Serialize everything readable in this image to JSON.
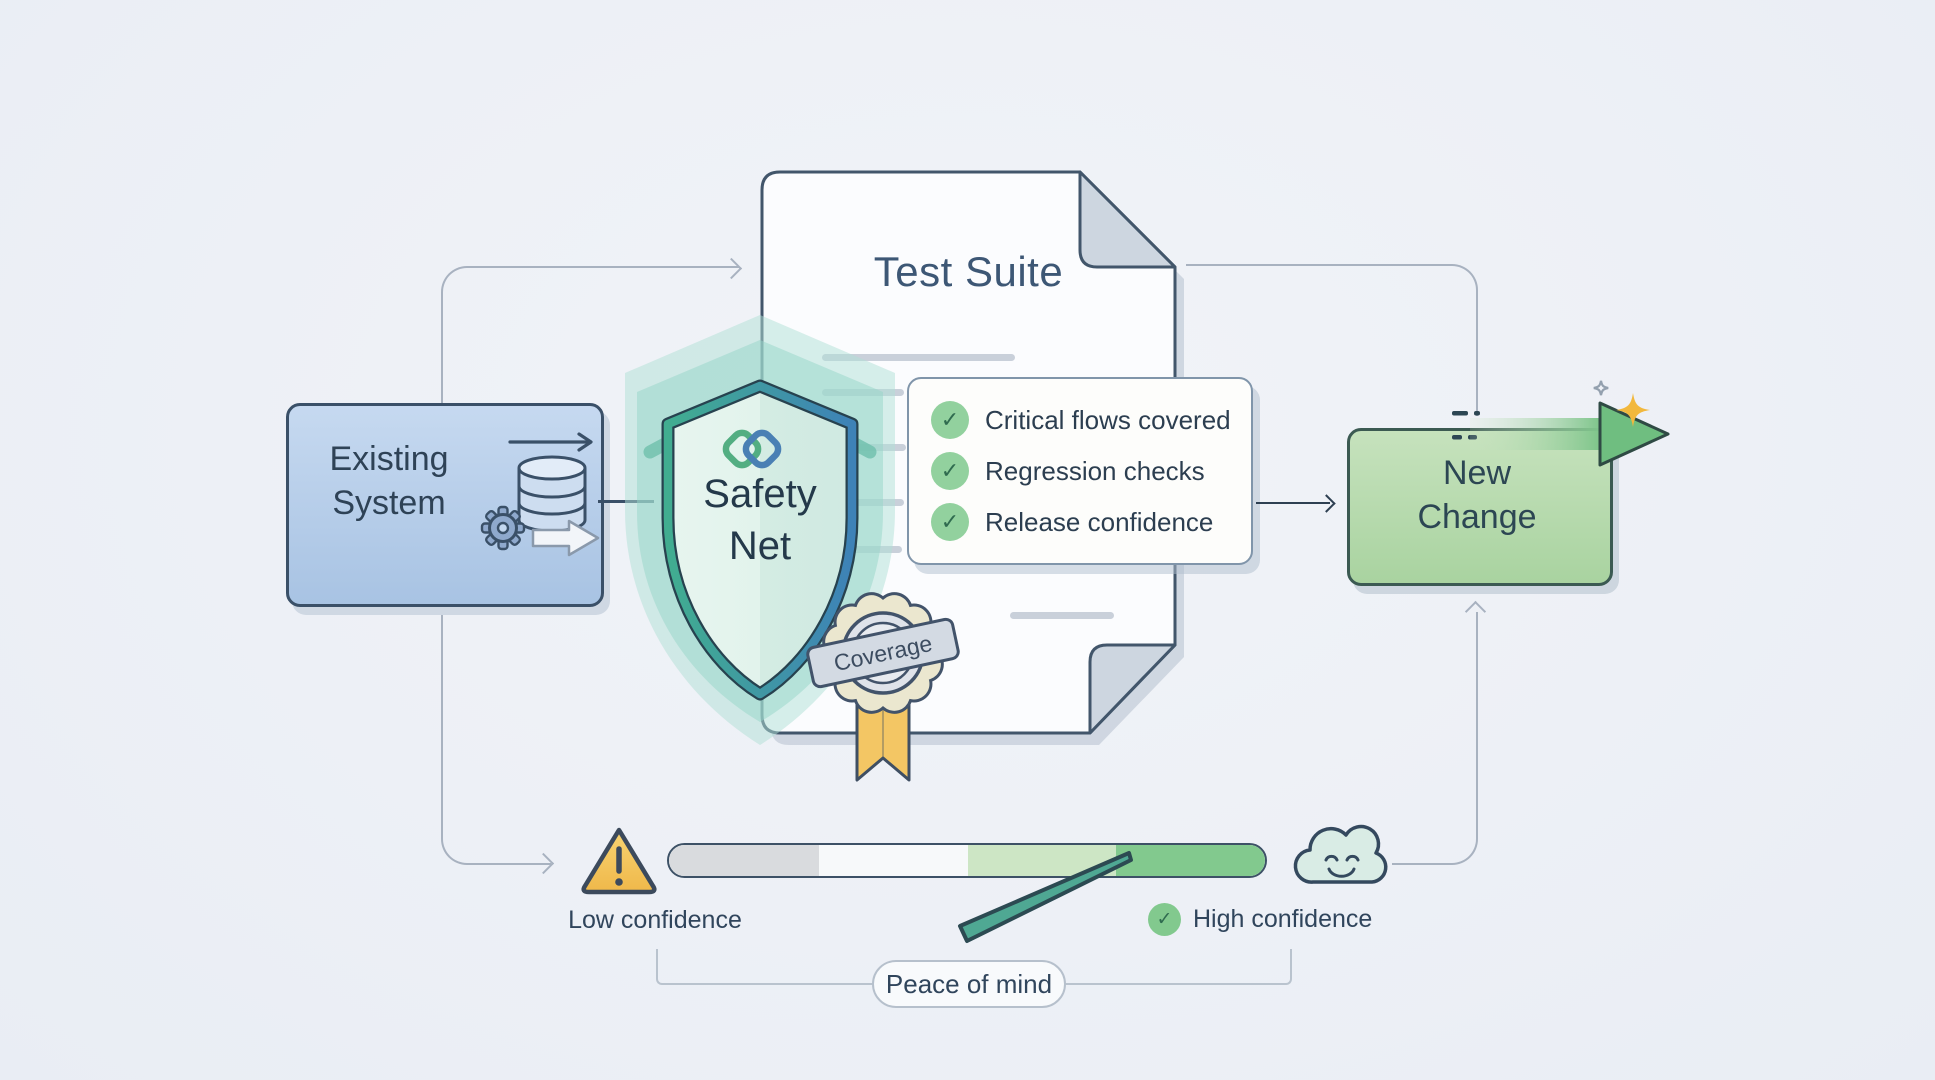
{
  "title": "Test-suite safety net diagram",
  "nodes": {
    "existing_system": {
      "line1": "Existing",
      "line2": "System"
    },
    "document": {
      "title": "Test Suite"
    },
    "shield": {
      "line1": "Safety",
      "line2": "Net"
    },
    "new_change": {
      "line1": "New",
      "line2": "Change"
    }
  },
  "checklist": {
    "items": [
      {
        "label": "Critical flows covered"
      },
      {
        "label": "Regression checks"
      },
      {
        "label": "Release confidence"
      }
    ]
  },
  "badge": {
    "label": "Coverage"
  },
  "meter": {
    "low_label": "Low confidence",
    "high_label": "High confidence",
    "segment_colors": [
      "#d9dbde",
      "#f7f9fa",
      "#cde6c5",
      "#82c98e"
    ]
  },
  "footer": {
    "label": "Peace of mind"
  },
  "icons": {
    "check": "✓"
  },
  "colors": {
    "accent_teal": "#41ad90",
    "accent_blue": "#3e82b7",
    "accent_green": "#82c98e",
    "accent_amber": "#f2b83d",
    "outline_dark": "#3a5068",
    "connector_gray": "#a8b2c0"
  }
}
